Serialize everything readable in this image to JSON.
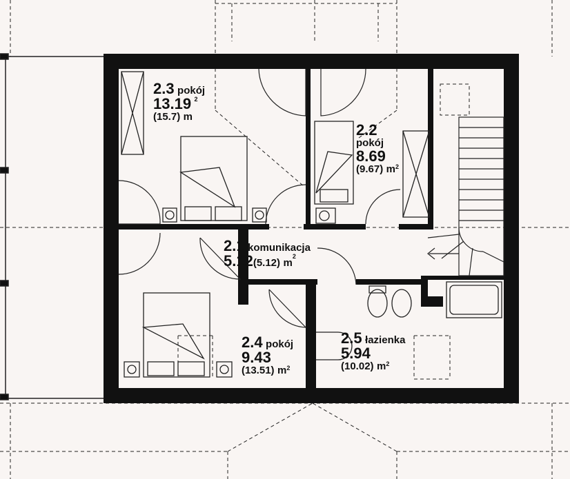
{
  "plan": {
    "unit": "m",
    "unit_power": "2",
    "rooms": [
      {
        "number": "2.1",
        "name": "komunikacja",
        "area": "5.12",
        "gross": "(5.12)"
      },
      {
        "number": "2.2",
        "name": "pokój",
        "area": "8.69",
        "gross": "(9.67)"
      },
      {
        "number": "2.3",
        "name": "pokój",
        "area": "13.19",
        "gross": "(15.7)"
      },
      {
        "number": "2.4",
        "name": "pokój",
        "area": "9.43",
        "gross": "(13.51)"
      },
      {
        "number": "2.5",
        "name": "łazienka",
        "area": "5.94",
        "gross": "(10.02)"
      }
    ]
  }
}
